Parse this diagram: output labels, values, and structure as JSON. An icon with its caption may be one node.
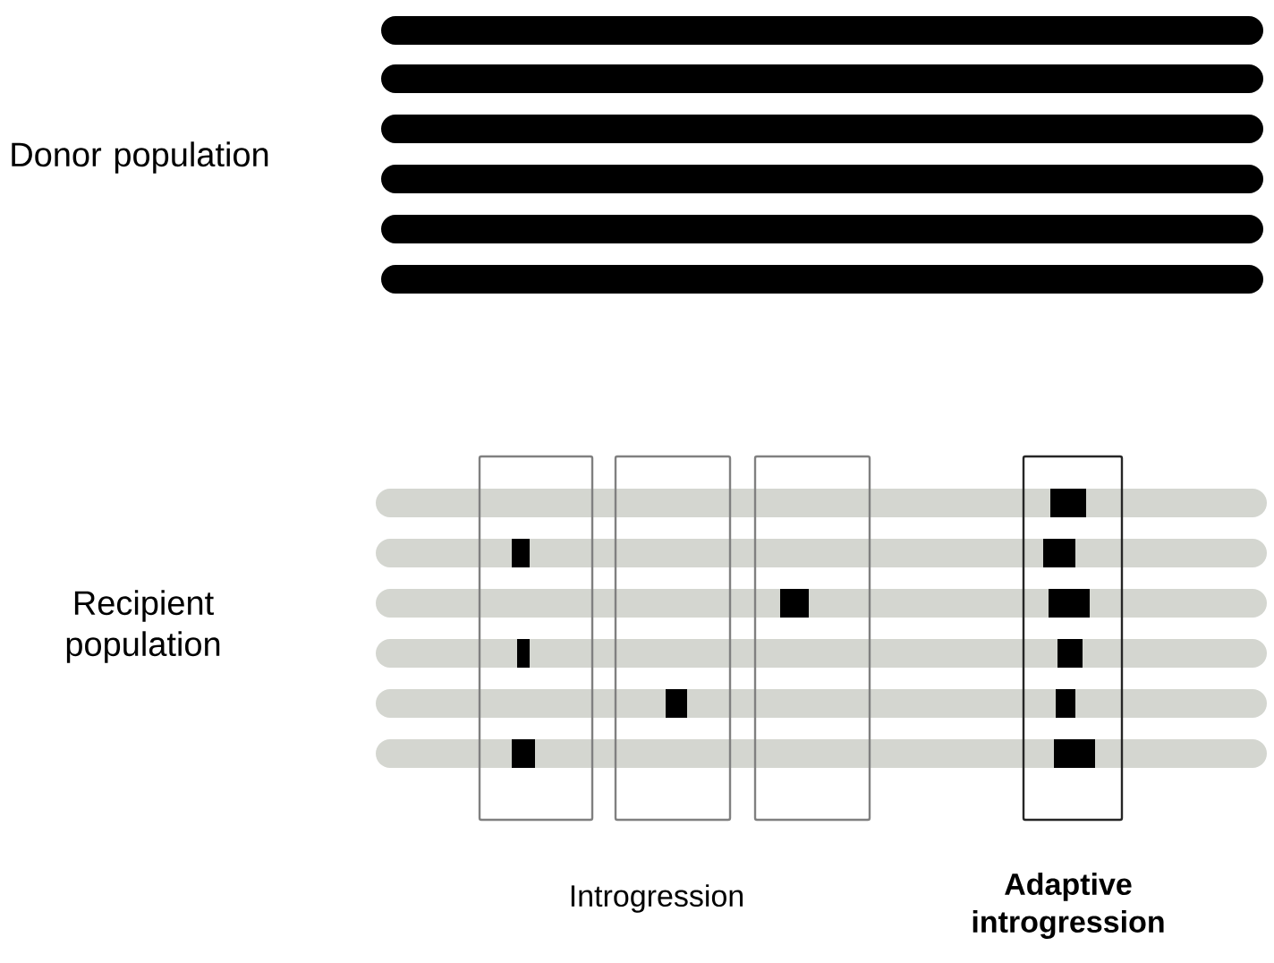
{
  "diagram": {
    "labels": [
      "Donor population",
      "Recipient population",
      "Introgression",
      "Adaptive introgression"
    ]
  }
}
